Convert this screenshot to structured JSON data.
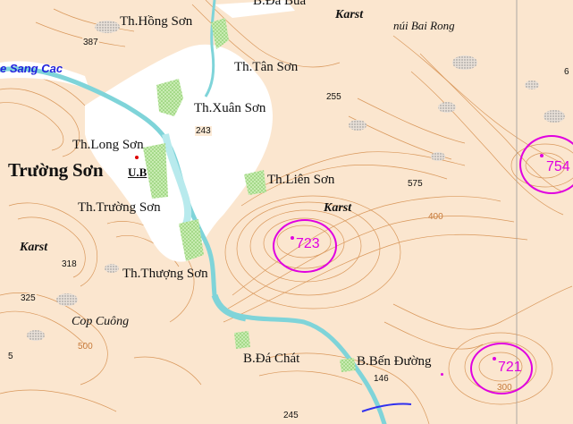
{
  "labels": {
    "b_da_bua": "B.Đá Bùa",
    "karst_top": "Karst",
    "nui_bai_rong": "núi Bai Rong",
    "hong_son": "Th.Hồng Sơn",
    "elev_387": "387",
    "sang_cac": "e Sang Cac",
    "tan_son": "Th.Tân Sơn",
    "elev_6": "6",
    "elev_255": "255",
    "xuan_son": "Th.Xuân Sơn",
    "elev_243": "243",
    "long_son": "Th.Long Sơn",
    "truong_son_commune": "Trường Sơn",
    "ub": "U.B",
    "lien_son": "Th.Liên Sơn",
    "elev_575": "575",
    "truong_son_hamlet": "Th.Trường Sơn",
    "karst_mid": "Karst",
    "karst_left": "Karst",
    "elev_318": "318",
    "thuong_son": "Th.Thượng Sơn",
    "elev_325": "325",
    "cop_cuong": "Cop Cuông",
    "elev_5": "5",
    "b_da_chat": "B.Đá Chát",
    "b_ben_duong": "B.Bến Đường",
    "elev_146": "146",
    "elev_245": "245"
  },
  "sites": [
    {
      "number": "723",
      "color": "#e000e0"
    },
    {
      "number": "754",
      "color": "#e000e0"
    },
    {
      "number": "721",
      "color": "#e000e0"
    }
  ],
  "contour_labels": {
    "c_500": "500",
    "c_300": "300",
    "c_400": "400"
  },
  "colors": {
    "terrain": "#fbe6cf",
    "contour": "#d9985c",
    "river": "#7fd4d9",
    "valley": "#ffffff",
    "vegetation": "#b9e6a0",
    "site_marker": "#e000e0"
  }
}
